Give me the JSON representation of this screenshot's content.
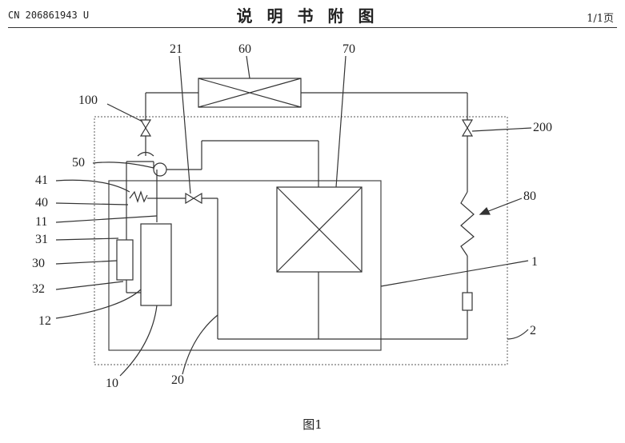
{
  "header": {
    "pub_number": "CN 206861943 U",
    "title": "说明书附图",
    "page": "1/1页"
  },
  "figure": {
    "caption": "图1",
    "labels": [
      "60",
      "21",
      "70",
      "100",
      "200",
      "50",
      "41",
      "80",
      "40",
      "11",
      "31",
      "30",
      "1",
      "32",
      "12",
      "2",
      "10",
      "20"
    ]
  }
}
